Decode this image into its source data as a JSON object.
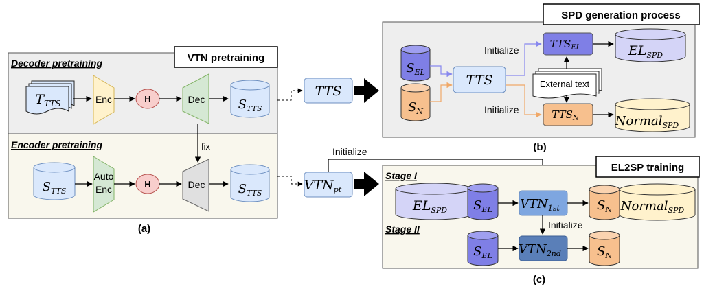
{
  "panel_a": {
    "title": "VTN pretraining",
    "caption": "(a)",
    "decoder_section": "Decoder pretraining",
    "encoder_section": "Encoder pretraining",
    "t_tts": {
      "base": "T",
      "sub": "TTS"
    },
    "enc": "Enc",
    "h": "H",
    "dec": "Dec",
    "s_tts": {
      "base": "S",
      "sub": "TTS"
    },
    "fix": "fix",
    "auto_enc_line1": "Auto",
    "auto_enc_line2": "Enc"
  },
  "middle": {
    "tts": "TTS",
    "vtn_pt": {
      "base": "VTN",
      "sub": "pt"
    },
    "initialize": "Initialize"
  },
  "panel_b": {
    "title": "SPD generation process",
    "caption": "(b)",
    "s_el": {
      "base": "S",
      "sub": "EL"
    },
    "s_n": {
      "base": "S",
      "sub": "N"
    },
    "tts": "TTS",
    "initialize_top": "Initialize",
    "initialize_bottom": "Initialize",
    "tts_el": {
      "base": "TTS",
      "sub": "EL"
    },
    "tts_n": {
      "base": "TTS",
      "sub": "N"
    },
    "external_text": "External text",
    "el_spd": {
      "base": "EL",
      "sub": "SPD"
    },
    "normal_spd": {
      "base": "Normal",
      "sub": "SPD"
    }
  },
  "panel_c": {
    "title": "EL2SP training",
    "caption": "(c)",
    "stage1": "Stage I",
    "stage2": "Stage II",
    "el_spd": {
      "base": "EL",
      "sub": "SPD"
    },
    "s_el": {
      "base": "S",
      "sub": "EL"
    },
    "vtn_1st": {
      "base": "VTN",
      "sub": "1st"
    },
    "s_n": {
      "base": "S",
      "sub": "N"
    },
    "normal_spd": {
      "base": "Normal",
      "sub": "SPD"
    },
    "initialize": "Initialize",
    "vtn_2nd": {
      "base": "VTN",
      "sub": "2nd"
    }
  },
  "colors": {
    "lightblue": "#dae8fc",
    "blue_stroke": "#6c8ebf",
    "purple": "#7f7fe6",
    "orange": "#f7c08e",
    "cream": "#fff2cc",
    "green": "#d5e8d4",
    "red": "#f8cecc",
    "grey_panel": "#eeeeee",
    "beige_panel": "#f9f7ed"
  }
}
